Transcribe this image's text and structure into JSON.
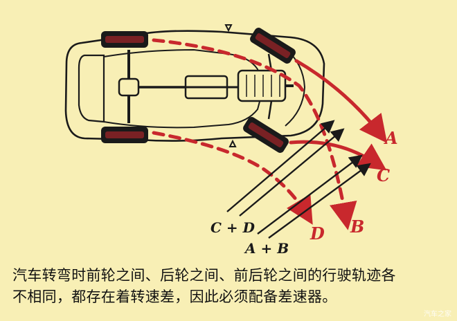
{
  "labels": {
    "A": "A",
    "B": "B",
    "C": "C",
    "D": "D",
    "cd": "C + D",
    "ab": "A + B"
  },
  "caption": {
    "line1": "汽车转弯时前轮之间、后轮之间、前后轮之间的行驶轨迹各",
    "line2": "不相同，都存在着转速差，因此必须配备差速器。"
  },
  "watermark": "汽车之家",
  "colors": {
    "background": "#f8efb5",
    "track": "#c8282d",
    "outline": "#1a1a1a",
    "label_red": "#c8282d"
  }
}
